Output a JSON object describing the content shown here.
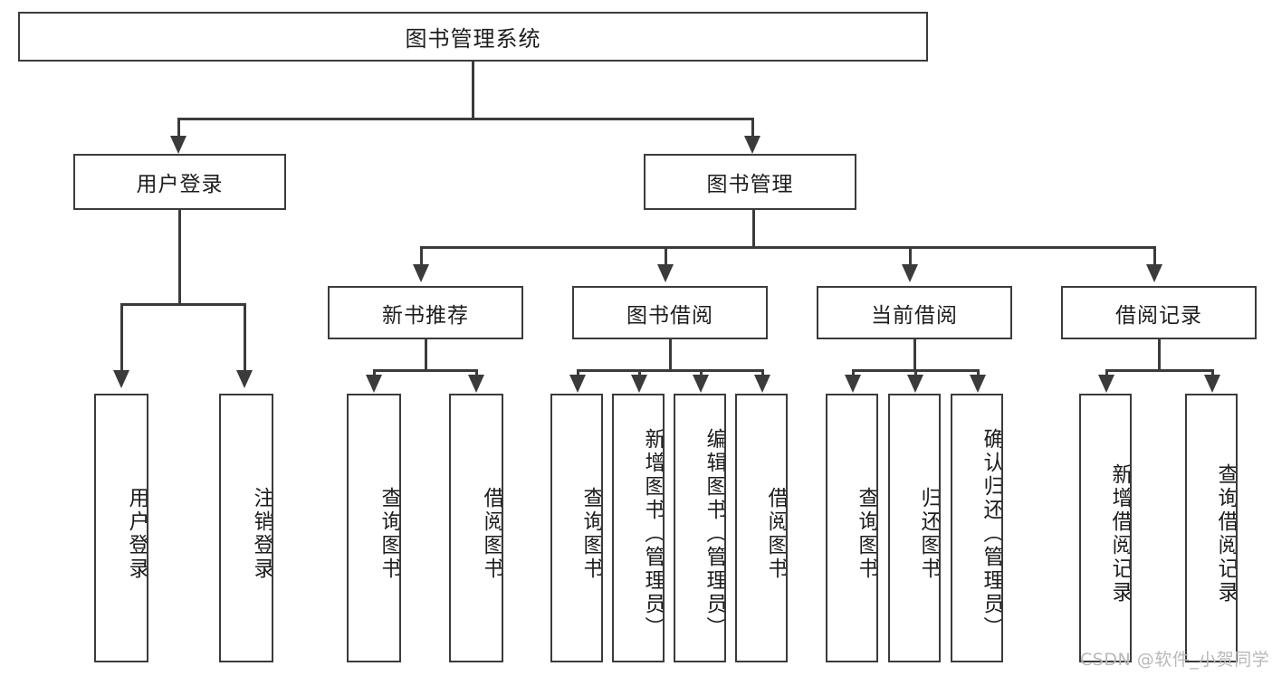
{
  "diagram": {
    "type": "tree",
    "title": "图书管理系统",
    "root": {
      "id": "root",
      "label": "图书管理系统"
    },
    "level2": [
      {
        "id": "user-login",
        "label": "用户登录"
      },
      {
        "id": "book-manage",
        "label": "图书管理"
      }
    ],
    "level3": [
      {
        "id": "new-book-recommend",
        "label": "新书推荐",
        "parent": "book-manage"
      },
      {
        "id": "book-borrow",
        "label": "图书借阅",
        "parent": "book-manage"
      },
      {
        "id": "current-borrow",
        "label": "当前借阅",
        "parent": "book-manage"
      },
      {
        "id": "borrow-record",
        "label": "借阅记录",
        "parent": "book-manage"
      }
    ],
    "leaves": {
      "user-login": [
        {
          "id": "leaf-user-login",
          "label": "用户登录"
        },
        {
          "id": "leaf-user-logout",
          "label": "注销登录"
        }
      ],
      "new-book-recommend": [
        {
          "id": "leaf-query-book-1",
          "label": "查询图书"
        },
        {
          "id": "leaf-borrow-book-1",
          "label": "借阅图书"
        }
      ],
      "book-borrow": [
        {
          "id": "leaf-query-book-2",
          "label": "查询图书"
        },
        {
          "id": "leaf-add-book",
          "label": "新增图书（管理员）"
        },
        {
          "id": "leaf-edit-book",
          "label": "编辑图书（管理员）"
        },
        {
          "id": "leaf-borrow-book-2",
          "label": "借阅图书"
        }
      ],
      "current-borrow": [
        {
          "id": "leaf-query-book-3",
          "label": "查询图书"
        },
        {
          "id": "leaf-return-book",
          "label": "归还图书"
        },
        {
          "id": "leaf-confirm-return",
          "label": "确认归还（管理员）"
        }
      ],
      "borrow-record": [
        {
          "id": "leaf-add-record",
          "label": "新增借阅记录"
        },
        {
          "id": "leaf-query-record",
          "label": "查询借阅记录"
        }
      ]
    }
  },
  "watermark": {
    "text": "CSDN @软件_小贺同学"
  },
  "colors": {
    "line": "#3b3b3b",
    "box_border": "#3b3b3b",
    "text": "#1d1d1d",
    "background": "#ffffff",
    "watermark": "#b9b9b9"
  }
}
